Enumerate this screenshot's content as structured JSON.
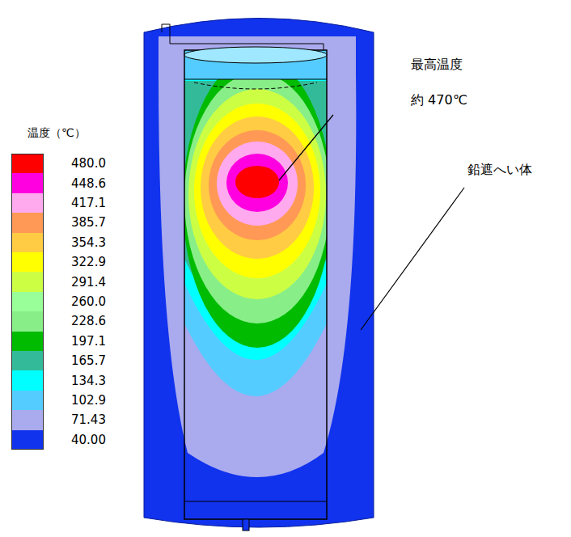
{
  "diagram": {
    "labels": [
      "温度（℃）",
      "最高温度",
      "約 470℃",
      "鉛遮へい体"
    ],
    "legend": [
      {
        "text": "480.0",
        "color": "#ff0000"
      },
      {
        "text": "448.6",
        "color": "#ff00e0"
      },
      {
        "text": "417.1",
        "color": "#ffaaee"
      },
      {
        "text": "385.7",
        "color": "#ff9955"
      },
      {
        "text": "354.3",
        "color": "#ffcc44"
      },
      {
        "text": "322.9",
        "color": "#ffff00"
      },
      {
        "text": "291.4",
        "color": "#ccff44"
      },
      {
        "text": "260.0",
        "color": "#99ff99"
      },
      {
        "text": "228.6",
        "color": "#88ee88"
      },
      {
        "text": "197.1",
        "color": "#00bb00"
      },
      {
        "text": "165.7",
        "color": "#33bb99"
      },
      {
        "text": "134.3",
        "color": "#00ffff"
      },
      {
        "text": "102.9",
        "color": "#55ccff"
      },
      {
        "text": "71.43",
        "color": "#aaaaee"
      },
      {
        "text": "40.00",
        "color": "#1133ee"
      }
    ]
  }
}
